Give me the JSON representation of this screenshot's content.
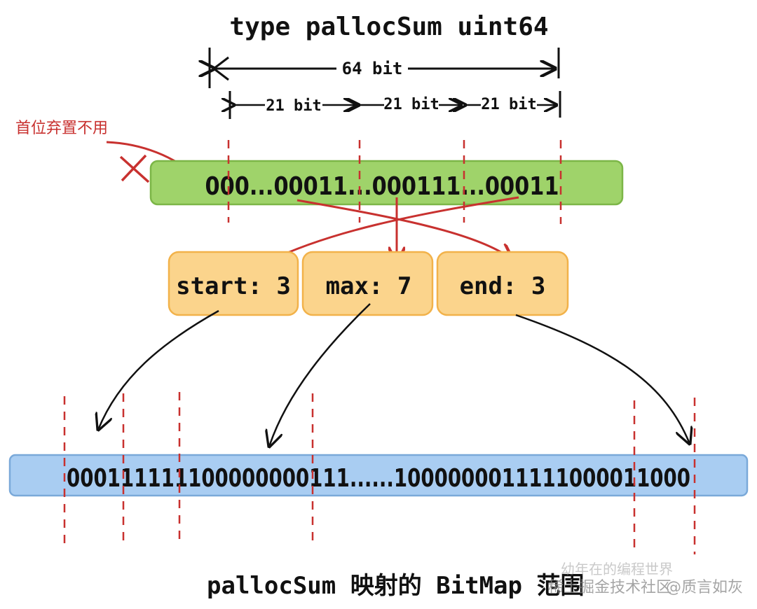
{
  "title": "type pallocSum uint64",
  "total_width_label": "64 bit",
  "segment_labels": [
    "21 bit",
    "21 bit",
    "21 bit"
  ],
  "discard_note": "首位弃置不用",
  "summary_bits": "000...00011...000111...00011",
  "fields": [
    {
      "label": "start: 3"
    },
    {
      "label": "max: 7"
    },
    {
      "label": "end: 3"
    }
  ],
  "bitmap_bits": "000111111100000000111......1000000011111000011000",
  "caption": "pallocSum 映射的 BitMap 范围",
  "watermarks": [
    "稀土掘金技术社区",
    "@质言如灰",
    "幼年在的编程世界"
  ],
  "colors": {
    "summary_fill": "#9fd36a",
    "summary_stroke": "#7cb647",
    "field_fill": "#fbd48c",
    "field_stroke": "#f2b24a",
    "bitmap_fill": "#a9cdf2",
    "bitmap_stroke": "#7aa9d9",
    "red": "#c8312f",
    "ink": "#111111"
  }
}
